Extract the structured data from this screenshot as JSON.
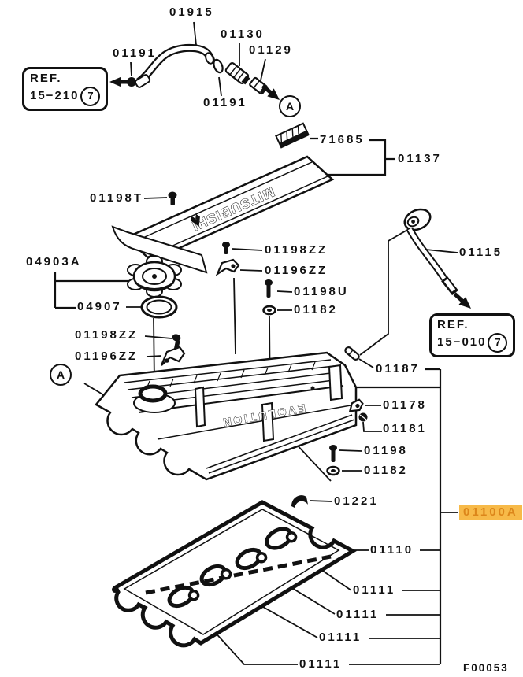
{
  "diagram": {
    "figure_code": "F00053",
    "colors": {
      "line": "#111111",
      "highlight_bg": "#F7BA49",
      "highlight_text": "#DC861A"
    },
    "embossed": {
      "plate_text": "MITSUBISHI",
      "cover_text": "EVOLUTION"
    },
    "view_markers": [
      {
        "text": "A"
      },
      {
        "text": "A"
      }
    ],
    "ref_boxes": [
      {
        "line1": "REF.",
        "line2": "15−210",
        "badge": "7"
      },
      {
        "line1": "REF.",
        "line2": "15−010",
        "badge": "7"
      }
    ],
    "part_labels": [
      {
        "code": "01915"
      },
      {
        "code": "01191"
      },
      {
        "code": "01130"
      },
      {
        "code": "01129"
      },
      {
        "code": "01191"
      },
      {
        "code": "71685"
      },
      {
        "code": "01137"
      },
      {
        "code": "01198T"
      },
      {
        "code": "04903A"
      },
      {
        "code": "01198ZZ"
      },
      {
        "code": "01196ZZ"
      },
      {
        "code": "04907"
      },
      {
        "code": "01198U"
      },
      {
        "code": "01182"
      },
      {
        "code": "01115"
      },
      {
        "code": "01198ZZ"
      },
      {
        "code": "01196ZZ"
      },
      {
        "code": "01187"
      },
      {
        "code": "01178"
      },
      {
        "code": "01181"
      },
      {
        "code": "01198"
      },
      {
        "code": "01182"
      },
      {
        "code": "01221"
      },
      {
        "code": "01100A"
      },
      {
        "code": "01110"
      },
      {
        "code": "01111"
      },
      {
        "code": "01111"
      },
      {
        "code": "01111"
      },
      {
        "code": "01111"
      }
    ]
  }
}
